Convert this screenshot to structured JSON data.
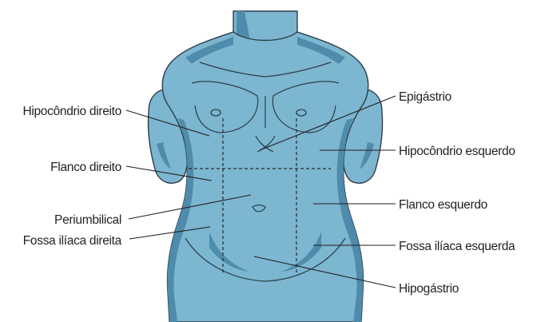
{
  "colors": {
    "skin": "#7cb6d0",
    "skin_shadow": "#4f8bab",
    "outline": "#2c3e4a",
    "text": "#231f20"
  },
  "labels": {
    "hipocondrio_direito": "Hipocôndrio direito",
    "flanco_direito": "Flanco direito",
    "periumbilical": "Periumbilical",
    "fossa_iliaca_direita": "Fossa ilíaca direita",
    "epigastrio": "Epigástrio",
    "hipocondrio_esquerdo": "Hipocôndrio esquerdo",
    "flanco_esquerdo": "Flanco esquerdo",
    "fossa_iliaca_esquerda": "Fossa ilíaca esquerda",
    "hipogastrio": "Hipogástrio"
  }
}
